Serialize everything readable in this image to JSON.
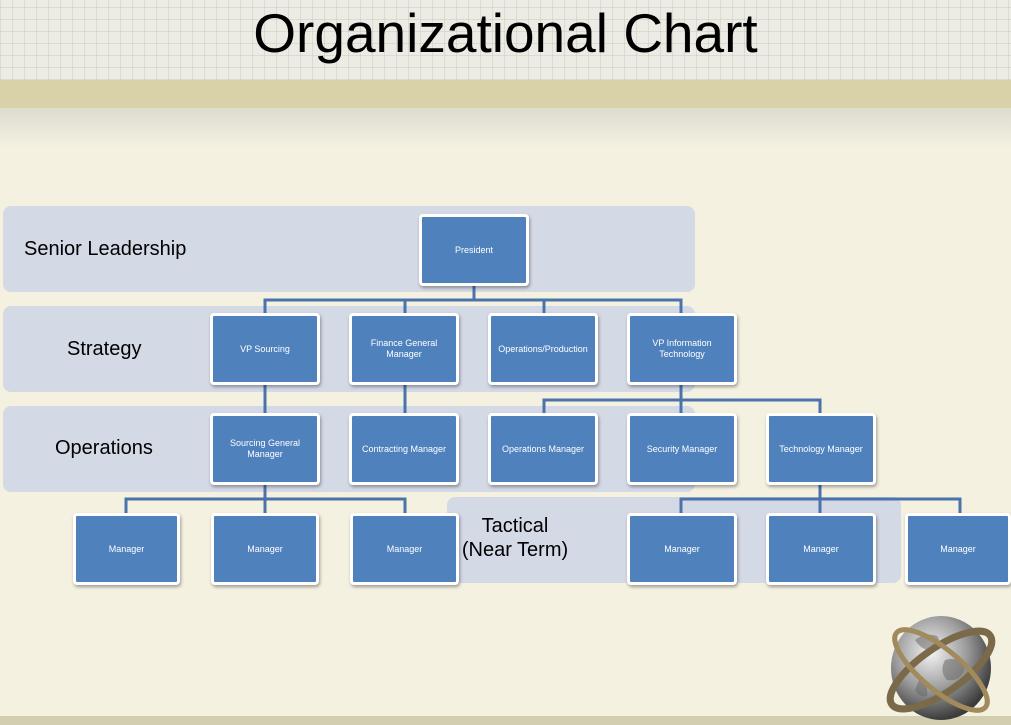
{
  "slide": {
    "title": "Organizational Chart"
  },
  "bands": {
    "senior": "Senior Leadership",
    "strategy": "Strategy",
    "operations": "Operations",
    "tactical_line1": "Tactical",
    "tactical_line2": "(Near Term)"
  },
  "nodes": {
    "president": "President",
    "vp_sourcing": "VP Sourcing",
    "finance_gm": "Finance General Manager",
    "ops_production": "Operations/Production",
    "vp_it": "VP Information Technology",
    "sourcing_gm": "Sourcing General Manager",
    "contracting_mgr": "Contracting  Manager",
    "operations_mgr": "Operations Manager",
    "security_mgr": "Security Manager",
    "technology_mgr": "Technology Manager",
    "manager_1": "Manager",
    "manager_2": "Manager",
    "manager_3": "Manager",
    "manager_4": "Manager",
    "manager_5": "Manager",
    "manager_6": "Manager"
  },
  "colors": {
    "node_fill": "#4f81bd",
    "band_fill": "#d4d9e6",
    "connector": "#4a73ac"
  }
}
